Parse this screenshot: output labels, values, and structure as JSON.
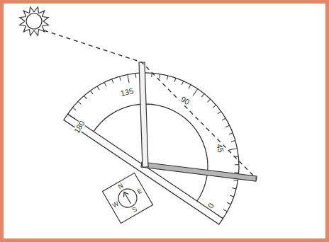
{
  "diagram": {
    "labels": [
      "180",
      "135",
      "90",
      "45",
      "0",
      "N",
      "E",
      "S",
      "W"
    ]
  }
}
